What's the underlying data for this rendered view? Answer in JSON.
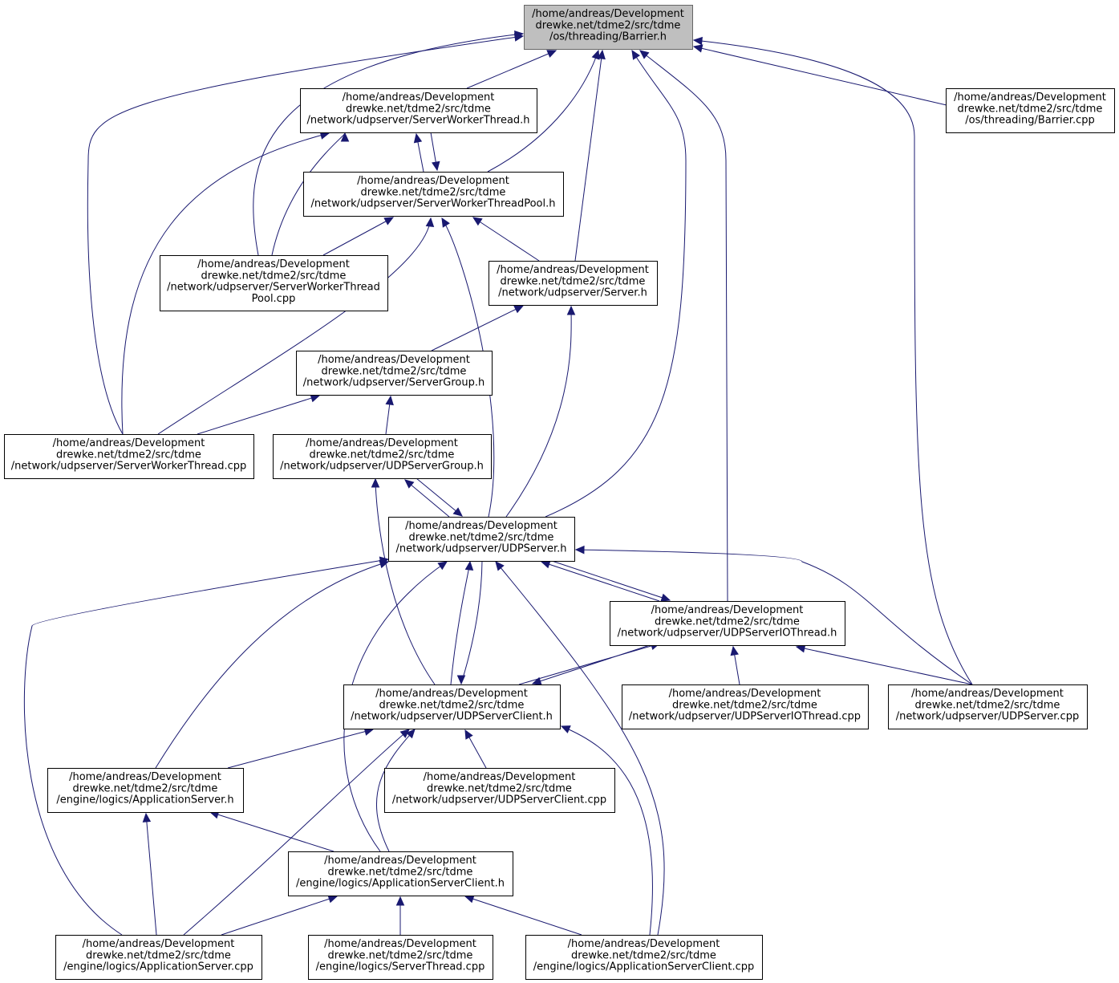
{
  "diagram": {
    "type": "include-dependency-graph",
    "colors": {
      "edge": "#191970",
      "root_fill": "#bfbfbf",
      "node_fill": "#ffffff",
      "node_border": "#000000"
    },
    "nodes": [
      {
        "id": "barrier_h",
        "root": true,
        "lines": [
          "/home/andreas/Development",
          "drewke.net/tdme2/src/tdme",
          "/os/threading/Barrier.h"
        ]
      },
      {
        "id": "swt_h",
        "lines": [
          "/home/andreas/Development",
          "drewke.net/tdme2/src/tdme",
          "/network/udpserver/ServerWorkerThread.h"
        ]
      },
      {
        "id": "barrier_cpp",
        "lines": [
          "/home/andreas/Development",
          "drewke.net/tdme2/src/tdme",
          "/os/threading/Barrier.cpp"
        ]
      },
      {
        "id": "swtp_h",
        "lines": [
          "/home/andreas/Development",
          "drewke.net/tdme2/src/tdme",
          "/network/udpserver/ServerWorkerThreadPool.h"
        ]
      },
      {
        "id": "swtp_cpp",
        "lines": [
          "/home/andreas/Development",
          "drewke.net/tdme2/src/tdme",
          "/network/udpserver/ServerWorkerThread",
          "Pool.cpp"
        ]
      },
      {
        "id": "server_h",
        "lines": [
          "/home/andreas/Development",
          "drewke.net/tdme2/src/tdme",
          "/network/udpserver/Server.h"
        ]
      },
      {
        "id": "servergroup_h",
        "lines": [
          "/home/andreas/Development",
          "drewke.net/tdme2/src/tdme",
          "/network/udpserver/ServerGroup.h"
        ]
      },
      {
        "id": "swt_cpp",
        "lines": [
          "/home/andreas/Development",
          "drewke.net/tdme2/src/tdme",
          "/network/udpserver/ServerWorkerThread.cpp"
        ]
      },
      {
        "id": "udpservergroup_h",
        "lines": [
          "/home/andreas/Development",
          "drewke.net/tdme2/src/tdme",
          "/network/udpserver/UDPServerGroup.h"
        ]
      },
      {
        "id": "udpserver_h",
        "lines": [
          "/home/andreas/Development",
          "drewke.net/tdme2/src/tdme",
          "/network/udpserver/UDPServer.h"
        ]
      },
      {
        "id": "udpserverio_h",
        "lines": [
          "/home/andreas/Development",
          "drewke.net/tdme2/src/tdme",
          "/network/udpserver/UDPServerIOThread.h"
        ]
      },
      {
        "id": "udpserverclient_h",
        "lines": [
          "/home/andreas/Development",
          "drewke.net/tdme2/src/tdme",
          "/network/udpserver/UDPServerClient.h"
        ]
      },
      {
        "id": "udpserverio_cpp",
        "lines": [
          "/home/andreas/Development",
          "drewke.net/tdme2/src/tdme",
          "/network/udpserver/UDPServerIOThread.cpp"
        ]
      },
      {
        "id": "udpserver_cpp",
        "lines": [
          "/home/andreas/Development",
          "drewke.net/tdme2/src/tdme",
          "/network/udpserver/UDPServer.cpp"
        ]
      },
      {
        "id": "appserver_h",
        "lines": [
          "/home/andreas/Development",
          "drewke.net/tdme2/src/tdme",
          "/engine/logics/ApplicationServer.h"
        ]
      },
      {
        "id": "udpserverclient_cpp",
        "lines": [
          "/home/andreas/Development",
          "drewke.net/tdme2/src/tdme",
          "/network/udpserver/UDPServerClient.cpp"
        ]
      },
      {
        "id": "appserverclient_h",
        "lines": [
          "/home/andreas/Development",
          "drewke.net/tdme2/src/tdme",
          "/engine/logics/ApplicationServerClient.h"
        ]
      },
      {
        "id": "appserver_cpp",
        "lines": [
          "/home/andreas/Development",
          "drewke.net/tdme2/src/tdme",
          "/engine/logics/ApplicationServer.cpp"
        ]
      },
      {
        "id": "serverthread_cpp",
        "lines": [
          "/home/andreas/Development",
          "drewke.net/tdme2/src/tdme",
          "/engine/logics/ServerThread.cpp"
        ]
      },
      {
        "id": "appserverclient_cpp",
        "lines": [
          "/home/andreas/Development",
          "drewke.net/tdme2/src/tdme",
          "/engine/logics/ApplicationServerClient.cpp"
        ]
      }
    ],
    "edges": [
      {
        "from": "swt_h",
        "to": "barrier_h"
      },
      {
        "from": "barrier_cpp",
        "to": "barrier_h"
      },
      {
        "from": "swtp_h",
        "to": "barrier_h"
      },
      {
        "from": "swtp_cpp",
        "to": "barrier_h"
      },
      {
        "from": "server_h",
        "to": "barrier_h"
      },
      {
        "from": "swt_cpp",
        "to": "barrier_h"
      },
      {
        "from": "udpserver_h",
        "to": "barrier_h"
      },
      {
        "from": "udpserverio_h",
        "to": "barrier_h"
      },
      {
        "from": "udpserver_cpp",
        "to": "barrier_h"
      },
      {
        "from": "swtp_h",
        "to": "swt_h"
      },
      {
        "from": "swt_h",
        "to": "swtp_h"
      },
      {
        "from": "swtp_cpp",
        "to": "swt_h"
      },
      {
        "from": "swt_cpp",
        "to": "swt_h"
      },
      {
        "from": "swtp_cpp",
        "to": "swtp_h"
      },
      {
        "from": "server_h",
        "to": "swtp_h"
      },
      {
        "from": "swt_cpp",
        "to": "swtp_h"
      },
      {
        "from": "udpserver_h",
        "to": "swtp_h"
      },
      {
        "from": "servergroup_h",
        "to": "server_h"
      },
      {
        "from": "udpserver_h",
        "to": "server_h"
      },
      {
        "from": "swt_cpp",
        "to": "servergroup_h"
      },
      {
        "from": "udpservergroup_h",
        "to": "servergroup_h"
      },
      {
        "from": "udpserver_h",
        "to": "udpservergroup_h"
      },
      {
        "from": "udpservergroup_h",
        "to": "udpserver_h"
      },
      {
        "from": "udpserverclient_h",
        "to": "udpservergroup_h"
      },
      {
        "from": "udpserverclient_h",
        "to": "udpserver_h"
      },
      {
        "from": "udpserver_h",
        "to": "udpserverclient_h"
      },
      {
        "from": "udpserverio_h",
        "to": "udpserver_h"
      },
      {
        "from": "udpserver_h",
        "to": "udpserverio_h"
      },
      {
        "from": "udpserver_cpp",
        "to": "udpserver_h"
      },
      {
        "from": "appserver_h",
        "to": "udpserver_h"
      },
      {
        "from": "appserverclient_h",
        "to": "udpserver_h"
      },
      {
        "from": "appserver_cpp",
        "to": "udpserver_h"
      },
      {
        "from": "appserverclient_cpp",
        "to": "udpserver_h"
      },
      {
        "from": "udpserverclient_h",
        "to": "udpserverio_h"
      },
      {
        "from": "udpserverio_h",
        "to": "udpserverclient_h"
      },
      {
        "from": "udpserverio_cpp",
        "to": "udpserverio_h"
      },
      {
        "from": "udpserver_cpp",
        "to": "udpserverio_h"
      },
      {
        "from": "appserver_h",
        "to": "udpserverclient_h"
      },
      {
        "from": "udpserverclient_cpp",
        "to": "udpserverclient_h"
      },
      {
        "from": "appserverclient_h",
        "to": "udpserverclient_h"
      },
      {
        "from": "appserver_cpp",
        "to": "udpserverclient_h"
      },
      {
        "from": "appserverclient_cpp",
        "to": "udpserverclient_h"
      },
      {
        "from": "appserverclient_h",
        "to": "appserver_h"
      },
      {
        "from": "appserver_cpp",
        "to": "appserver_h"
      },
      {
        "from": "appserver_cpp",
        "to": "appserverclient_h"
      },
      {
        "from": "serverthread_cpp",
        "to": "appserverclient_h"
      },
      {
        "from": "appserverclient_cpp",
        "to": "appserverclient_h"
      }
    ]
  }
}
